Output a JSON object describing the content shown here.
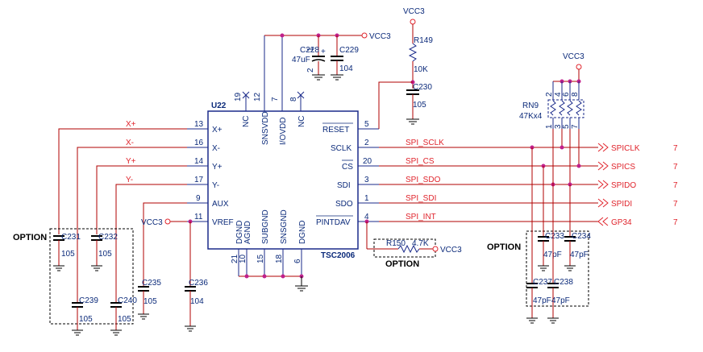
{
  "chip": {
    "ref": "U22",
    "part": "TSC2006",
    "left_pins": [
      {
        "num": "13",
        "name": "X+"
      },
      {
        "num": "16",
        "name": "X-"
      },
      {
        "num": "14",
        "name": "Y+"
      },
      {
        "num": "17",
        "name": "Y-"
      },
      {
        "num": "9",
        "name": "AUX"
      },
      {
        "num": "11",
        "name": "VREF"
      }
    ],
    "right_pins": [
      {
        "num": "5",
        "name": "RESET"
      },
      {
        "num": "2",
        "name": "SCLK"
      },
      {
        "num": "20",
        "name": "CS"
      },
      {
        "num": "3",
        "name": "SDI"
      },
      {
        "num": "1",
        "name": "SDO"
      },
      {
        "num": "4",
        "name": "PINTDAV"
      }
    ],
    "top_pins": [
      {
        "num": "19",
        "name": "NC"
      },
      {
        "num": "12",
        "name": "SNSVDD"
      },
      {
        "num": "7",
        "name": "I/OVDD"
      },
      {
        "num": "8",
        "name": "NC"
      }
    ],
    "bottom_pins": [
      {
        "num": "21",
        "name": "DGND"
      },
      {
        "num": "10",
        "name": "AGND"
      },
      {
        "num": "15",
        "name": "SUBGND"
      },
      {
        "num": "18",
        "name": "SNSGND"
      },
      {
        "num": "6",
        "name": "DGND"
      }
    ]
  },
  "nets": {
    "xp": "X+",
    "xm": "X-",
    "yp": "Y+",
    "ym": "Y-",
    "sclk": "SPI_SCLK",
    "cs": "SPI_CS",
    "sdo": "SPI_SDO",
    "sdi": "SPI_SDI",
    "int": "SPI_INT"
  },
  "ports": [
    {
      "name": "SPICLK",
      "page": "7"
    },
    {
      "name": "SPICS",
      "page": "7"
    },
    {
      "name": "SPIDO",
      "page": "7"
    },
    {
      "name": "SPIDI",
      "page": "7"
    },
    {
      "name": "GP34",
      "page": "7"
    }
  ],
  "power": {
    "vcc": "VCC3"
  },
  "parts": {
    "c228": {
      "ref": "C228",
      "value": "47uF",
      "p1": "1",
      "p2": "2",
      "plus": "+"
    },
    "c229": {
      "ref": "C229",
      "value": "104"
    },
    "r149": {
      "ref": "R149",
      "value": "10K"
    },
    "c230": {
      "ref": "C230",
      "value": "105"
    },
    "rn9": {
      "ref": "RN9",
      "value": "47Kx4",
      "top_pins": [
        "2",
        "4",
        "6",
        "8"
      ],
      "bottom_pins": [
        "1",
        "3",
        "5",
        "7"
      ]
    },
    "c231": {
      "ref": "C231",
      "value": "105"
    },
    "c232": {
      "ref": "C232",
      "value": "105"
    },
    "c239": {
      "ref": "C239",
      "value": "105"
    },
    "c240": {
      "ref": "C240",
      "value": "105"
    },
    "c235": {
      "ref": "C235",
      "value": "105"
    },
    "c236": {
      "ref": "C236",
      "value": "104"
    },
    "r150": {
      "ref": "R150",
      "value": "4.7K"
    },
    "c233": {
      "ref": "C233",
      "value": "47pF"
    },
    "c234": {
      "ref": "C234",
      "value": "47pF"
    },
    "c237": {
      "ref": "C237",
      "value": "47pF"
    },
    "c238": {
      "ref": "C238",
      "value": "47pF"
    }
  },
  "option_label": "OPTION"
}
